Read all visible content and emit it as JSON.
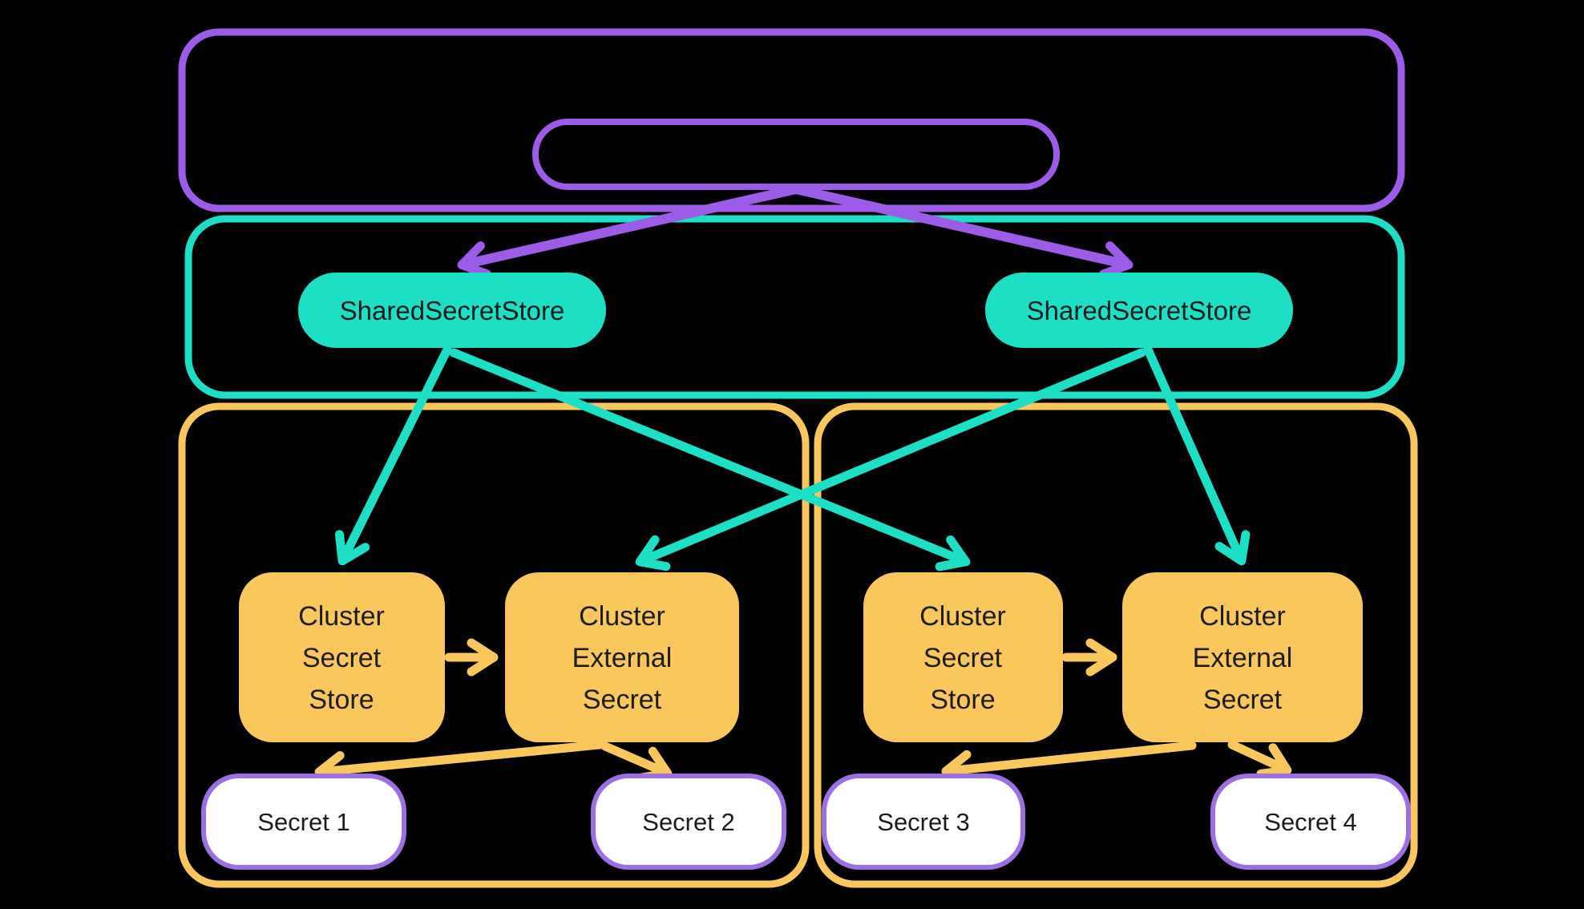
{
  "diagram": {
    "shared_stores": [
      {
        "label": "SharedSecretStore"
      },
      {
        "label": "SharedSecretStore"
      }
    ],
    "clusters": [
      {
        "secret_store": {
          "lines": [
            "Cluster",
            "Secret",
            "Store"
          ]
        },
        "external_secret": {
          "lines": [
            "Cluster",
            "External",
            "Secret"
          ]
        },
        "secrets": [
          {
            "label": "Secret 1"
          },
          {
            "label": "Secret 2"
          }
        ]
      },
      {
        "secret_store": {
          "lines": [
            "Cluster",
            "Secret",
            "Store"
          ]
        },
        "external_secret": {
          "lines": [
            "Cluster",
            "External",
            "Secret"
          ]
        },
        "secrets": [
          {
            "label": "Secret 3"
          },
          {
            "label": "Secret 4"
          }
        ]
      }
    ],
    "colors": {
      "background": "#000000",
      "purple": "#9c5ce8",
      "teal": "#1ddfc6",
      "yellow": "#fac75c",
      "secret_pill_border": "#9c6fe4",
      "secret_pill_fill": "#ffffff",
      "text": "#1c1c1c"
    }
  }
}
